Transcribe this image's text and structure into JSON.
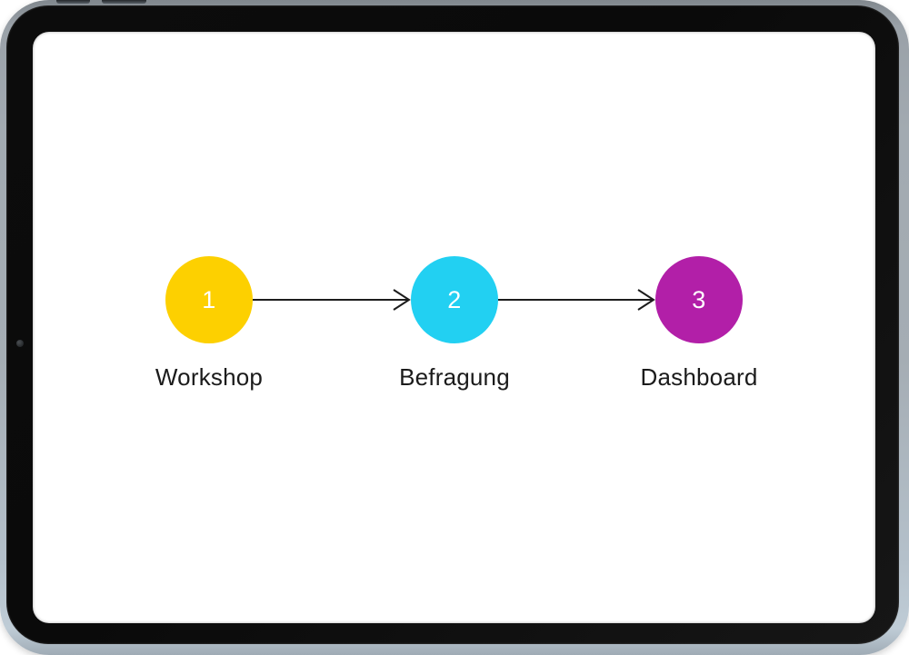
{
  "diagram": {
    "steps": [
      {
        "number": "1",
        "label": "Workshop",
        "color": "#FDD000"
      },
      {
        "number": "2",
        "label": "Befragung",
        "color": "#22D0F2"
      },
      {
        "number": "3",
        "label": "Dashboard",
        "color": "#B21FA8"
      }
    ],
    "arrow_color": "#1c1c1c",
    "label_color": "#1b1b1b",
    "number_color": "#ffffff",
    "arrow_icon": "right-arrow-icon"
  }
}
